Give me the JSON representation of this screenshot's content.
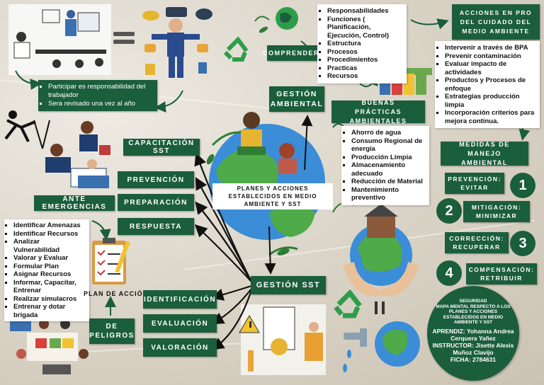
{
  "center": {
    "title": "PLANES Y ACCIONES ESTABLECIDOS EN MEDIO AMBIENTE Y SST"
  },
  "left_top_list": {
    "items": [
      "Participar es responsabilidad del trabajador",
      "Sera revisado una vez al año"
    ]
  },
  "sst_boxes": {
    "capacitacion": "CAPACITACIÓN SST",
    "prevencion": "PREVENCIÓN",
    "preparacion": "PREPARACIÓN",
    "respuesta": "RESPUESTA",
    "ante_emergencias": "ANTE EMERGENCIAS",
    "gestion_sst": "GESTIÓN SST",
    "identificacion": "IDENTIFICACIÓN",
    "evaluacion": "EVALUACIÓN",
    "valoracion": "VALORACIÓN",
    "de_peligros": "DE PELIGROS",
    "plan_accion": "PLAN DE ACCIÓN"
  },
  "emergencias_list": {
    "items": [
      "Identificar Amenazas",
      "Identificar Recursos",
      "Analizar Vulnerabilidad",
      "Valorar y Evaluar",
      "Formular Plan",
      "Asignar Recursos",
      "Informar, Capacitar, Entrenar",
      "Realizar simulacros",
      "Entrenar y dotar brigada"
    ]
  },
  "gestion_ambiental": {
    "title": "GESTIÓN AMBIENTAL",
    "comprendera": "COMPRENDERA",
    "items": [
      "Responsabilidades",
      "Funciones ( Planificación, Ejecución, Control)",
      "Estructura",
      "Procesos",
      "Procedimientos",
      "Practicas",
      "Recursos"
    ]
  },
  "buenas_practicas": {
    "title": "BUENAS PRÁCTICAS AMBIENTALES",
    "items": [
      "Ahorro de agua",
      "Consumo Regional de energía",
      "Producción Limpia",
      "Almacenamiento adecuado",
      "Reducción de Material",
      "Mantenimiento preventivo"
    ]
  },
  "acciones": {
    "title": "ACCIONES EN PRO DEL CUIDADO DEL MEDIO AMBIENTE",
    "items": [
      "Intervenir a través de BPA",
      "Prevenir contaminación",
      "Evaluar impacto de actividades",
      "Productos y Procesos de enfoque",
      "Estrategias producción limpia",
      "Incorporación criterios para mejora continua."
    ]
  },
  "medidas": {
    "title": "MEDIDAS DE MANEJO AMBIENTAL",
    "steps": [
      {
        "number": "1",
        "label": "PREVENCIÓN: EVITAR"
      },
      {
        "number": "2",
        "label": "MITIGACIÓN: MINIMIZAR"
      },
      {
        "number": "3",
        "label": "CORRECCIÓN: RECUPERAR"
      },
      {
        "number": "4",
        "label": "COMPENSACIÓN: RETRIBUIR"
      }
    ]
  },
  "credits": {
    "subject": "SEGURIDAD",
    "description": "MAPA MENTAL RESPECTO A LOS PLANES Y ACCIONES ESTABLECIDOS EN MEDIO AMBIENTE Y SST",
    "aprendiz": "APRENDIZ: Yohanna Andrea Cerquera Yañez",
    "instructor": "INSTRUCTOR: Jisette Alexis Muñoz Clavijo",
    "ficha": "FICHA: 2784631"
  },
  "colors": {
    "primary_green": "#1b5e3b",
    "paper": "#e4dfd5"
  }
}
